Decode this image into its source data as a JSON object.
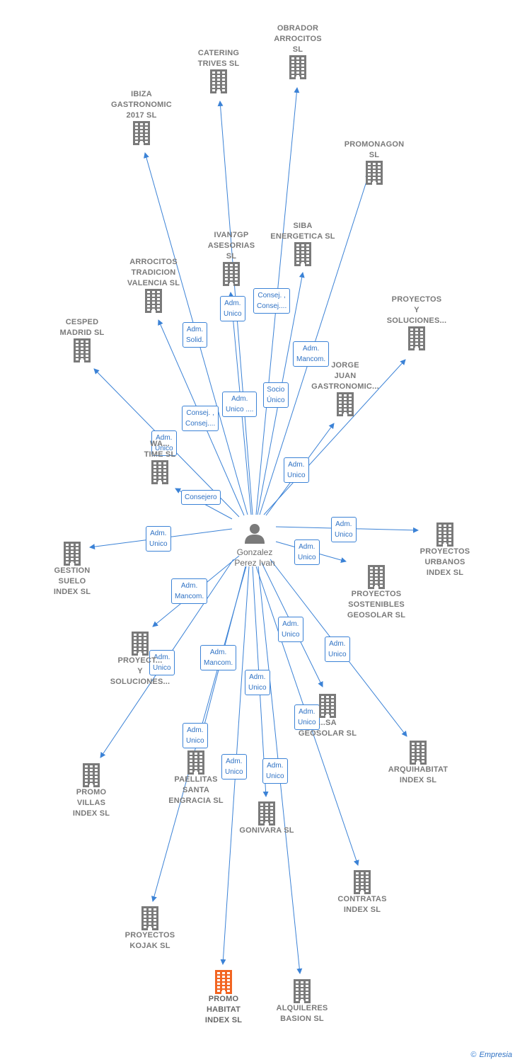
{
  "center": {
    "label": "Gonzalez\nPerez Ivan"
  },
  "footer": {
    "copyright": "©",
    "brand": "Empresia"
  },
  "colors": {
    "edge": "#3b82d6",
    "building": "#7a7a7a",
    "highlight": "#f26522"
  },
  "nodes": [
    {
      "id": "obrador",
      "label": "OBRADOR\nARROCITOS\nSL"
    },
    {
      "id": "catering",
      "label": "CATERING\nTRIVES SL"
    },
    {
      "id": "ibiza",
      "label": "IBIZA\nGASTRONOMIC\n2017 SL"
    },
    {
      "id": "promonagon",
      "label": "PROMONAGON\nSL"
    },
    {
      "id": "ivan7gp",
      "label": "IVAN7GP\nASESORIAS\nSL"
    },
    {
      "id": "siba",
      "label": "SIBA\nENERGETICA SL"
    },
    {
      "id": "arrocitos",
      "label": "ARROCITOS\nTRADICION\nVALENCIA SL"
    },
    {
      "id": "proyectos_sol1",
      "label": "PROYECTOS\nY\nSOLUCIONES..."
    },
    {
      "id": "cesped",
      "label": "CESPED\nMADRID SL"
    },
    {
      "id": "jorge",
      "label": "JORGE\nJUAN\nGASTRONOMIC..."
    },
    {
      "id": "wa",
      "label": "WA...\nTIME SL"
    },
    {
      "id": "gestion",
      "label": "GESTION\nSUELO\nINDEX SL"
    },
    {
      "id": "urbanos",
      "label": "PROYECTOS\nURBANOS\nINDEX SL"
    },
    {
      "id": "sostenibles",
      "label": "PROYECTOS\nSOSTENIBLES\nGEOSOLAR SL"
    },
    {
      "id": "proyectos_sol2",
      "label": "PROYECT...\nY\nSOLUCIONES..."
    },
    {
      "id": "casa",
      "label": "...SA\nGEOSOLAR SL"
    },
    {
      "id": "promo_villas",
      "label": "PROMO\nVILLAS\nINDEX SL"
    },
    {
      "id": "paellitas",
      "label": "PAELLITAS\nSANTA\nENGRACIA SL"
    },
    {
      "id": "arquihabitat",
      "label": "ARQUIHABITAT\nINDEX SL"
    },
    {
      "id": "gonivara",
      "label": "GONIVARA SL"
    },
    {
      "id": "contratas",
      "label": "CONTRATAS\nINDEX SL"
    },
    {
      "id": "kojak",
      "label": "PROYECTOS\nKOJAK SL"
    },
    {
      "id": "promo_habitat",
      "label": "PROMO\nHABITAT\nINDEX SL",
      "highlight": true
    },
    {
      "id": "alquileres",
      "label": "ALQUILERES\nBASION SL"
    }
  ],
  "edge_labels": [
    {
      "id": "e_ivan7gp",
      "label": "Adm.\nUnico"
    },
    {
      "id": "e_siba",
      "label": "Consej. ,\nConsej...."
    },
    {
      "id": "e_ibiza",
      "label": "Adm.\nSolid."
    },
    {
      "id": "e_promonagon",
      "label": "Adm.\nMancom."
    },
    {
      "id": "e_catering",
      "label": "Adm.\nUnico ...."
    },
    {
      "id": "e_obrador",
      "label": "Socio\nÚnico"
    },
    {
      "id": "e_arrocitos",
      "label": "Consej. ,\nConsej...."
    },
    {
      "id": "e_cesped",
      "label": "Adm.\nUnico"
    },
    {
      "id": "e_proy1",
      "label": "Adm.\nUnico"
    },
    {
      "id": "e_jorge",
      "label": "Adm.\nUnico"
    },
    {
      "id": "e_wa",
      "label": "Consejero"
    },
    {
      "id": "e_gestion",
      "label": "Adm.\nUnico"
    },
    {
      "id": "e_urbanos",
      "label": "Adm.\nUnico"
    },
    {
      "id": "e_sostenibles",
      "label": "Adm.\nUnico"
    },
    {
      "id": "e_proy2",
      "label": "Adm.\nMancom."
    },
    {
      "id": "e_casa",
      "label": "Adm.\nUnico"
    },
    {
      "id": "e_arqui",
      "label": "Adm.\nUnico"
    },
    {
      "id": "e_villas",
      "label": "Adm.\nUnico"
    },
    {
      "id": "e_kojak",
      "label": "Adm.\nMancom."
    },
    {
      "id": "e_gonivara",
      "label": "Adm.\nUnico"
    },
    {
      "id": "e_contratas",
      "label": "Adm.\nUnico"
    },
    {
      "id": "e_paellitas",
      "label": "Adm.\nUnico"
    },
    {
      "id": "e_habitat",
      "label": "Adm.\nUnico"
    },
    {
      "id": "e_alquileres",
      "label": "Adm.\nUnico"
    }
  ]
}
